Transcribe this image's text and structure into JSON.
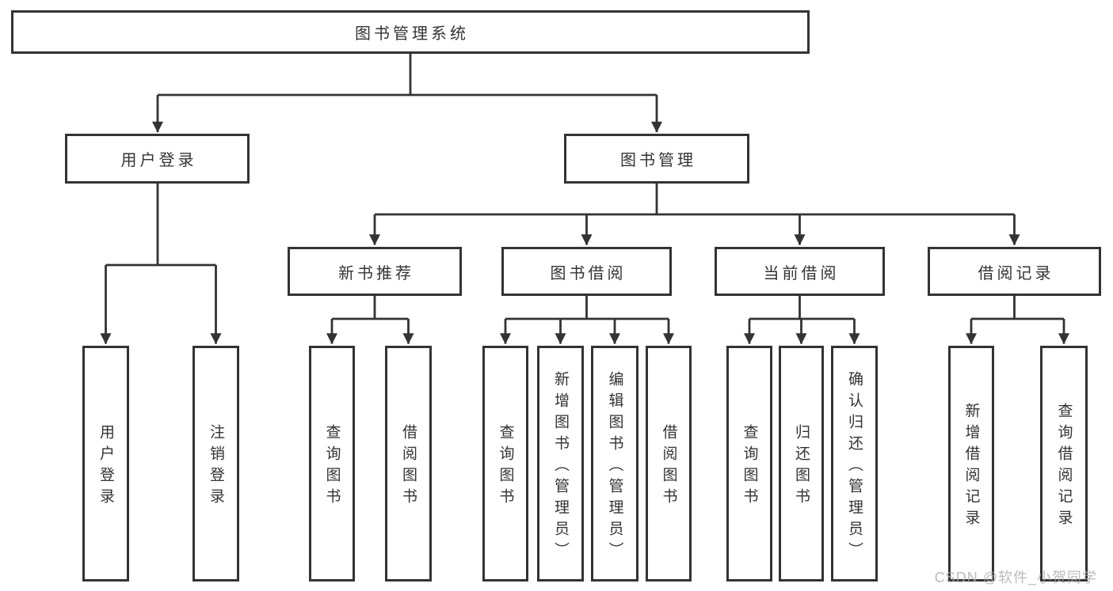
{
  "colors": {
    "line": "#333333",
    "box_border": "#333333",
    "text": "#333333",
    "watermark": "#ababab",
    "background": "#ffffff"
  },
  "watermark": {
    "text": "CSDN @软件_小贺同学"
  },
  "tree": {
    "root": {
      "label": "图书管理系统"
    },
    "branches": [
      {
        "label": "用户登录",
        "leaves": [
          {
            "label": "用户登录"
          },
          {
            "label": "注销登录"
          }
        ]
      },
      {
        "label": "图书管理",
        "groups": [
          {
            "label": "新书推荐",
            "leaves": [
              {
                "label": "查询图书"
              },
              {
                "label": "借阅图书"
              }
            ]
          },
          {
            "label": "图书借阅",
            "leaves": [
              {
                "label": "查询图书"
              },
              {
                "label": "新增图书（管理员）"
              },
              {
                "label": "编辑图书（管理员）"
              },
              {
                "label": "借阅图书"
              }
            ]
          },
          {
            "label": "当前借阅",
            "leaves": [
              {
                "label": "查询图书"
              },
              {
                "label": "归还图书"
              },
              {
                "label": "确认归还（管理员）"
              }
            ]
          },
          {
            "label": "借阅记录",
            "leaves": [
              {
                "label": "新增借阅记录"
              },
              {
                "label": "查询借阅记录"
              }
            ]
          }
        ]
      }
    ]
  }
}
